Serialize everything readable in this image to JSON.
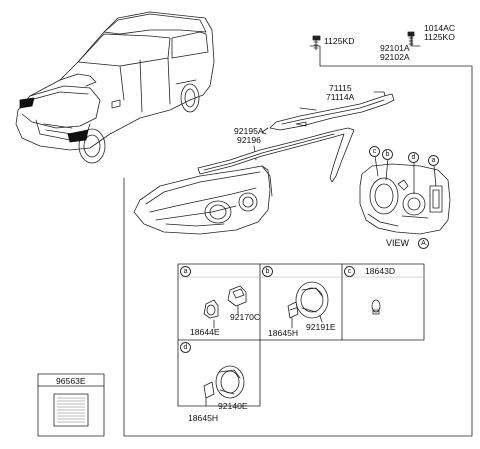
{
  "labels": {
    "bolt_top": "1125KD",
    "screw_a": "1014AC",
    "screw_b": "1125KO",
    "bracket_a": "92101A",
    "bracket_b": "92102A",
    "mould_a": "71115",
    "mould_b": "71114A",
    "lamp_a": "92195A",
    "lamp_b": "92196",
    "view_text": "VIEW",
    "view_letter": "A",
    "label_part": "96563E",
    "cell_a_part1": "92170C",
    "cell_a_part2": "18644E",
    "cell_b_part1": "92191E",
    "cell_b_part2": "18645H",
    "cell_c_part": "18643D",
    "cell_d_part1": "92140E",
    "cell_d_part2": "18645H"
  },
  "cells": [
    "a",
    "b",
    "c",
    "d"
  ],
  "callouts": [
    "c",
    "b",
    "d",
    "a"
  ]
}
